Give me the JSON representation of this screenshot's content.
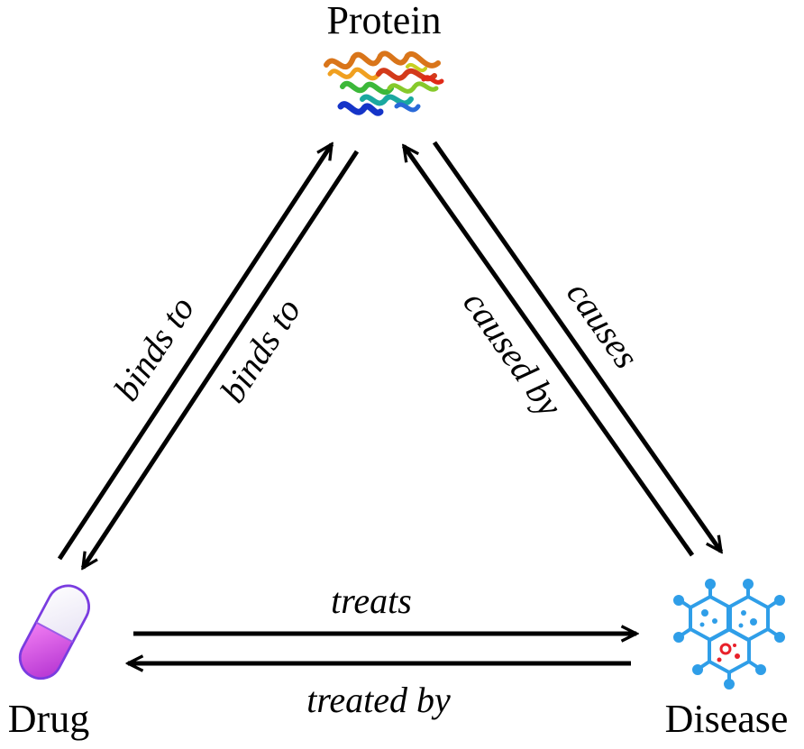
{
  "nodes": {
    "protein": {
      "label": "Protein",
      "icon": "protein-ribbon-icon"
    },
    "drug": {
      "label": "Drug",
      "icon": "capsule-icon"
    },
    "disease": {
      "label": "Disease",
      "icon": "cell-cluster-icon"
    }
  },
  "edges": {
    "drug_to_protein": {
      "label": "binds to"
    },
    "protein_to_drug": {
      "label": "binds to"
    },
    "disease_to_protein": {
      "label": "caused by"
    },
    "protein_to_disease": {
      "label": "causes"
    },
    "drug_to_disease": {
      "label": "treats"
    },
    "disease_to_drug": {
      "label": "treated by"
    }
  },
  "colors": {
    "ink": "#000000",
    "capsule_top": "#ffffff",
    "capsule_bottom": "#d84fe0",
    "capsule_outline": "#7a3ce0",
    "cell_blue": "#2f9ee8",
    "cell_red": "#e8202a"
  }
}
